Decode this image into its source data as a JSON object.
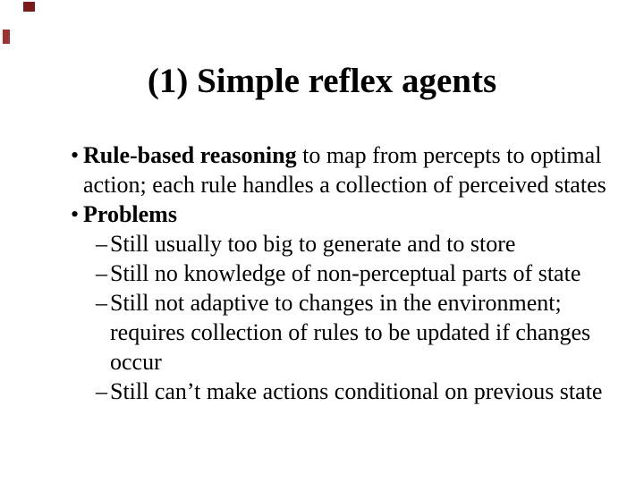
{
  "slide": {
    "title": "(1) Simple reflex agents",
    "background_color": "#ffffff",
    "text_color": "#000000",
    "decor": {
      "top_left_upper_mark_color": "#7a1a1a",
      "top_left_lower_mark_color": "#9e3131"
    },
    "bullets": [
      {
        "level": 1,
        "marker": "•",
        "bold": "Rule-based reasoning",
        "rest": " to map from percepts to optimal action; each rule handles a collection of perceived states"
      },
      {
        "level": 1,
        "marker": "•",
        "bold": "Problems",
        "rest": ""
      },
      {
        "level": 2,
        "marker": "–",
        "bold": "",
        "rest": "Still usually too big to generate and to store"
      },
      {
        "level": 2,
        "marker": "–",
        "bold": "",
        "rest": "Still no knowledge of non-perceptual parts of state"
      },
      {
        "level": 2,
        "marker": "–",
        "bold": "",
        "rest": "Still not adaptive to changes in the environment; requires collection of rules to be updated if changes occur"
      },
      {
        "level": 2,
        "marker": "–",
        "bold": "",
        "rest": "Still can’t make actions conditional on previous state"
      }
    ]
  }
}
